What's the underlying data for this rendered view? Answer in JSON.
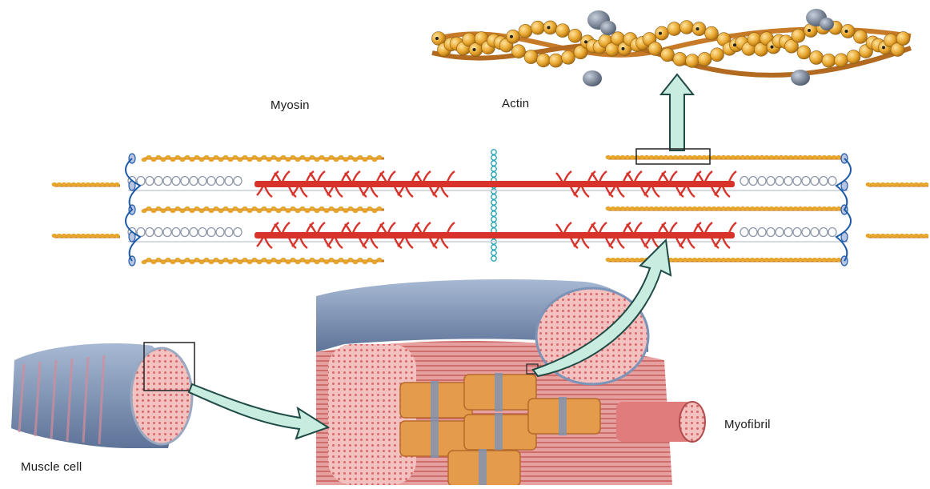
{
  "labels": {
    "myosin": "Myosin",
    "actin": "Actin",
    "myofibril": "Myofibril",
    "muscle_cell": "Muscle cell"
  },
  "colors": {
    "actin_bead": "#e7a52b",
    "actin_strand": "#c77a28",
    "myosin": "#d8332b",
    "titin": "#8f97a8",
    "z_disc": "#1c5aa8",
    "m_line": "#2aa6b8",
    "arrow_fill": "#c8ece0",
    "arrow_stroke": "#1f4a45",
    "tissue_pink": "#e98c8c",
    "membrane_blue": "#7c94b8"
  }
}
